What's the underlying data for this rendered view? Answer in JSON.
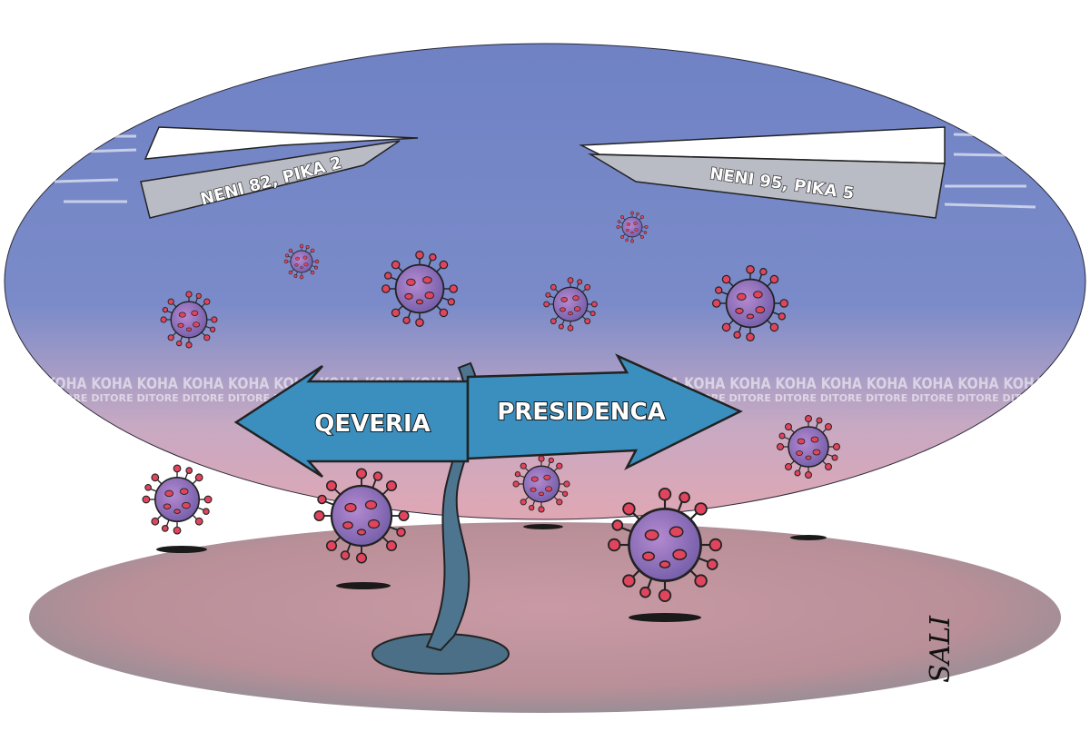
{
  "banners": {
    "left": "NENI 82, PIKA 2",
    "right": "NENI 95, PIKA 5"
  },
  "signpost": {
    "left_arrow": "QEVERIA",
    "right_arrow": "PRESIDENCA"
  },
  "watermark": {
    "top": "KOHA",
    "bottom": "DITORE"
  },
  "signature": "SALI",
  "colors": {
    "sky_top": "#6f82c4",
    "sky_bottom": "#d8a4b4",
    "ground": "#c4939c",
    "arrow": "#3a8fbf",
    "virus": "#8a66b0",
    "spike": "#e0455d"
  }
}
